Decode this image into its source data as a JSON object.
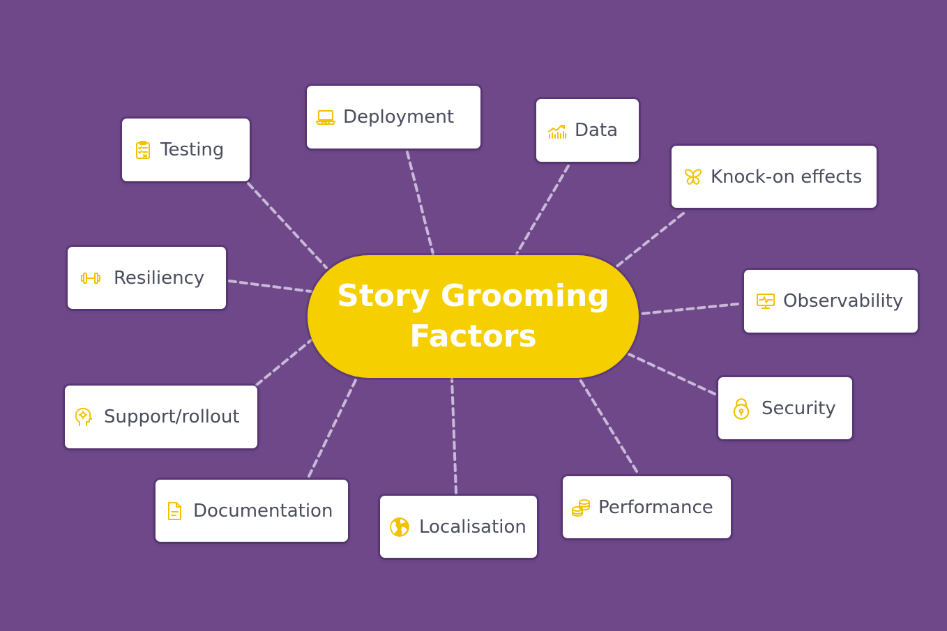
{
  "center": {
    "line1": "Story Grooming",
    "line2": "Factors"
  },
  "nodes": {
    "testing": {
      "label": "Testing",
      "icon": "clipboard-checklist-icon"
    },
    "deployment": {
      "label": "Deployment",
      "icon": "laptop-icon"
    },
    "data": {
      "label": "Data",
      "icon": "bar-chart-icon"
    },
    "knockon": {
      "label": "Knock-on effects",
      "icon": "butterfly-icon"
    },
    "resiliency": {
      "label": "Resiliency",
      "icon": "dumbbell-icon"
    },
    "observability": {
      "label": "Observability",
      "icon": "monitor-pulse-icon"
    },
    "security": {
      "label": "Security",
      "icon": "padlock-icon"
    },
    "support": {
      "label": "Support/rollout",
      "icon": "head-gear-icon"
    },
    "documentation": {
      "label": "Documentation",
      "icon": "document-icon"
    },
    "localisation": {
      "label": "Localisation",
      "icon": "globe-icon"
    },
    "performance": {
      "label": "Performance",
      "icon": "coin-stack-icon"
    }
  },
  "colors": {
    "background": "#6e4889",
    "accent": "#f5cf00",
    "icon": "#f2c200",
    "text": "#4a4d5c",
    "connector": "#c9b8d8"
  }
}
